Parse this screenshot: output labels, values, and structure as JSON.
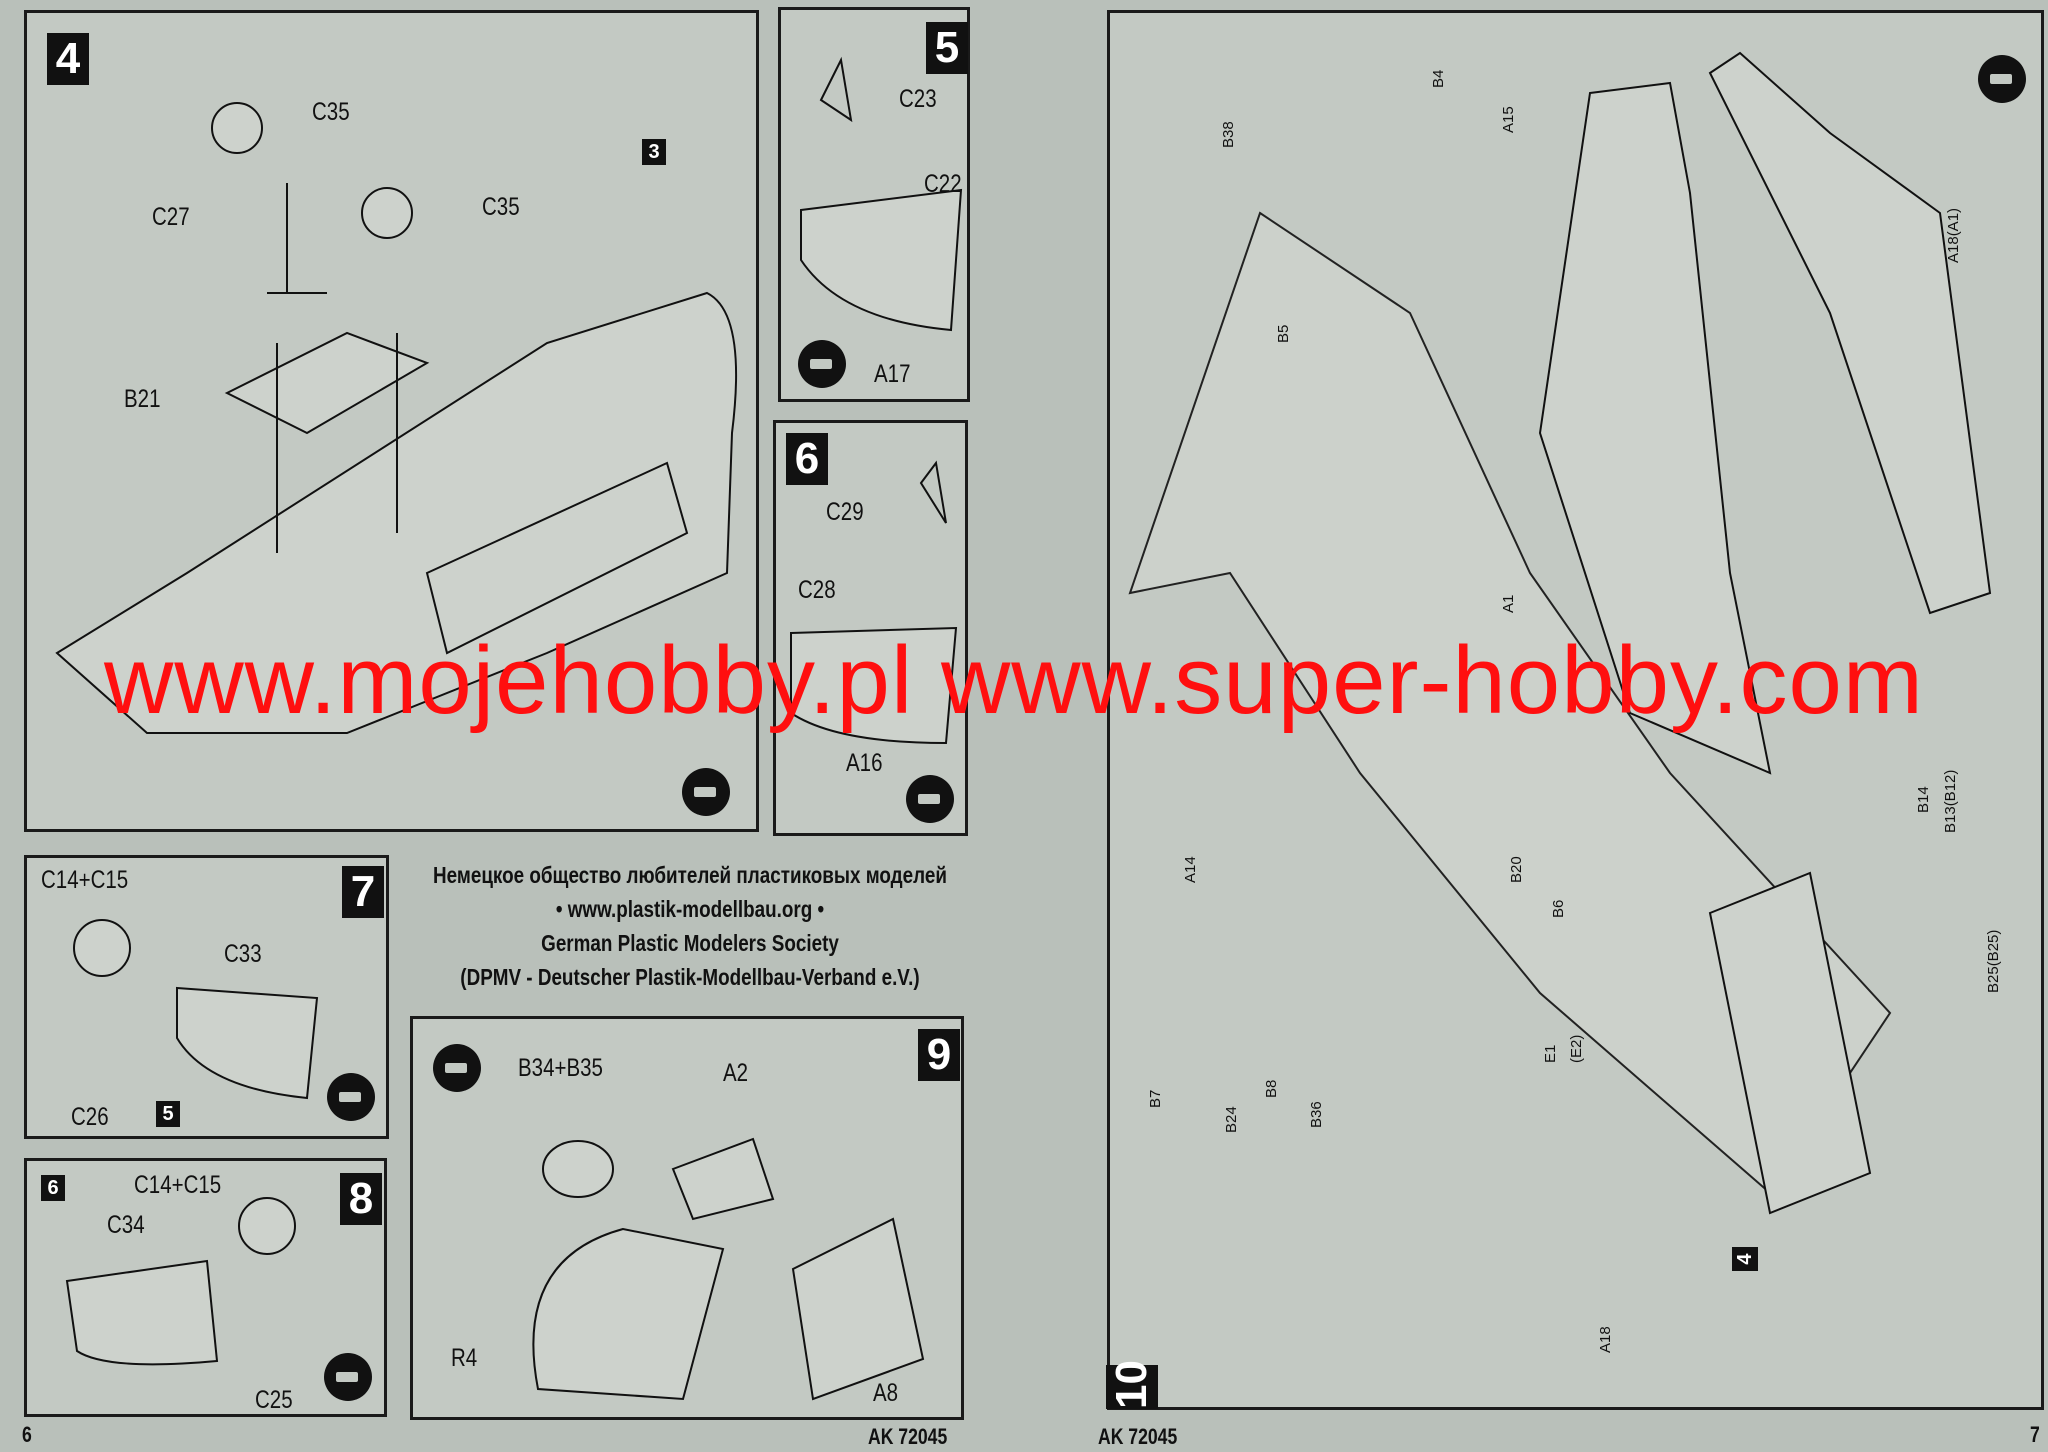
{
  "steps": {
    "s4": {
      "number": "4",
      "labels": [
        "C35",
        "C27",
        "C35",
        "B21"
      ],
      "ref": "3"
    },
    "s5": {
      "number": "5",
      "labels": [
        "C23",
        "C22",
        "A17"
      ]
    },
    "s6": {
      "number": "6",
      "labels": [
        "C29",
        "C28",
        "A16"
      ]
    },
    "s7": {
      "number": "7",
      "labels": [
        "C14+C15",
        "C33",
        "C26"
      ],
      "ref": "5"
    },
    "s8": {
      "number": "8",
      "labels": [
        "C14+C15",
        "C34",
        "C25"
      ],
      "ref": "6"
    },
    "s9": {
      "number": "9",
      "labels": [
        "B34+B35",
        "A2",
        "R4",
        "A8"
      ]
    },
    "s10": {
      "number": "10",
      "labels": [
        "B38",
        "B4",
        "A15",
        "B5",
        "A18(A1)",
        "A1",
        "A14",
        "B20",
        "B6",
        "B14",
        "B13(B12)",
        "B25(B25)",
        "B7",
        "B24",
        "B8",
        "B36",
        "E1",
        "(E2)",
        "A18"
      ],
      "ref": "4"
    }
  },
  "society": {
    "line1": "Немецкое общество любителей пластиковых моделей",
    "line2": "• www.plastik-modellbau.org •",
    "line3": "German Plastic Modelers Society",
    "line4": "(DPMV - Deutscher Plastik-Modellbau-Verband e.V.)"
  },
  "watermark": "www.mojehobby.pl  www.super-hobby.com",
  "footer": {
    "left_page": "6",
    "left_code": "AK 72045",
    "right_code": "AK 72045",
    "right_page": "7"
  },
  "colors": {
    "paper": "#b9c0ba",
    "ink": "#111111",
    "watermark": "#ff0f0f"
  }
}
